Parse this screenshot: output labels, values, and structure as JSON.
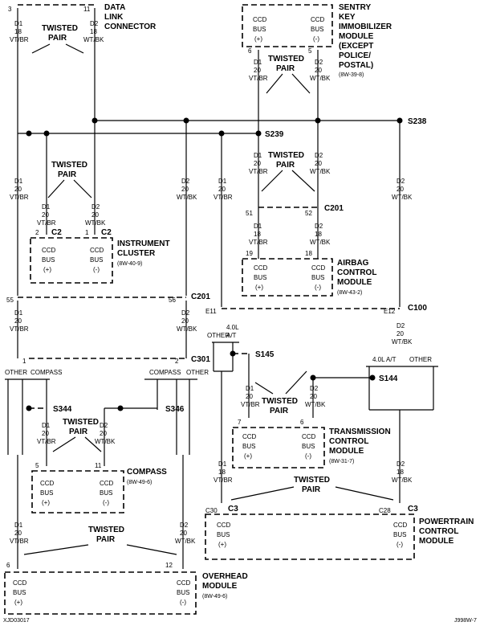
{
  "modules": {
    "data_link": "DATA LINK CONNECTOR",
    "skim": {
      "title": [
        "SENTRY",
        "KEY",
        "IMMOBILIZER",
        "MODULE",
        "(EXCEPT",
        "POLICE/",
        "POSTAL)"
      ],
      "ref": "(8W-39-8)"
    },
    "instrument_cluster": {
      "title": [
        "INSTRUMENT",
        "CLUSTER"
      ],
      "ref": "(8W-40-9)"
    },
    "airbag": {
      "title": [
        "AIRBAG",
        "CONTROL",
        "MODULE"
      ],
      "ref": "(8W-43-2)"
    },
    "compass": {
      "title": [
        "COMPASS"
      ],
      "ref": "(8W-49-6)"
    },
    "tcm": {
      "title": [
        "TRANSMISSION",
        "CONTROL",
        "MODULE"
      ],
      "ref": "(8W-31-7)"
    },
    "pcm": {
      "title": [
        "POWERTRAIN",
        "CONTROL",
        "MODULE"
      ]
    },
    "overhead": {
      "title": [
        "OVERHEAD",
        "MODULE"
      ],
      "ref": "(8W-49-6)"
    }
  },
  "ccd_labels": {
    "ccd": "CCD",
    "bus": "BUS",
    "plus": "(+)",
    "minus": "(-)"
  },
  "twisted_pair": [
    "TWISTED",
    "PAIR"
  ],
  "splices": [
    "S238",
    "S239",
    "S145",
    "S144",
    "S344",
    "S346"
  ],
  "connectors": [
    "C2",
    "C201",
    "C100",
    "C301",
    "C3"
  ],
  "wire_d1_20": [
    "D1",
    "20",
    "VT/BR"
  ],
  "wire_d2_20": [
    "D2",
    "20",
    "WT/BK"
  ],
  "wire_d1_18": [
    "D1",
    "18",
    "VT/BR"
  ],
  "wire_d2_18": [
    "D2",
    "18",
    "WT/BK"
  ],
  "pins": [
    "3",
    "11",
    "6",
    "5",
    "2",
    "1",
    "51",
    "52",
    "19",
    "18",
    "55",
    "56",
    "E11",
    "E12",
    "7",
    "6",
    "5",
    "11",
    "C30",
    "C28",
    "6",
    "12",
    "1",
    "2"
  ],
  "options": {
    "other": "OTHER",
    "compass": "COMPASS",
    "l40at": "4.0L A/T"
  },
  "footer": {
    "left": "XJD03017",
    "right": "J998W-7"
  }
}
